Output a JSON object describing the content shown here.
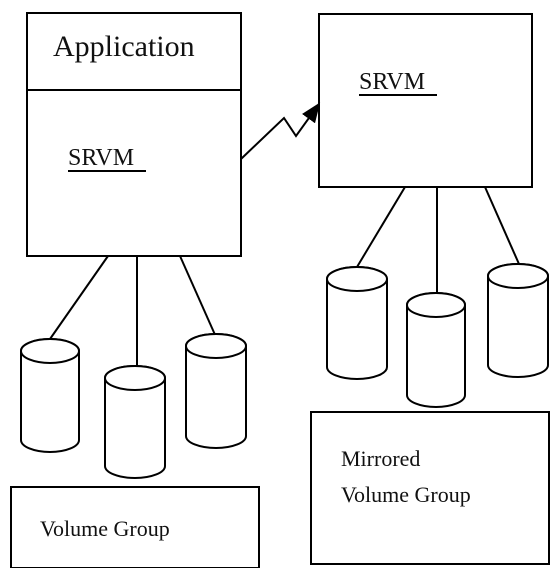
{
  "diagram": {
    "application_label": "Application",
    "srvm_primary_label": "SRVM",
    "srvm_secondary_label": "SRVM",
    "volume_group_label": "Volume Group",
    "mirrored_volume_group_line1": "Mirrored",
    "mirrored_volume_group_line2": "Volume Group"
  },
  "styles": {
    "stroke": "#000000",
    "background": "#ffffff"
  }
}
